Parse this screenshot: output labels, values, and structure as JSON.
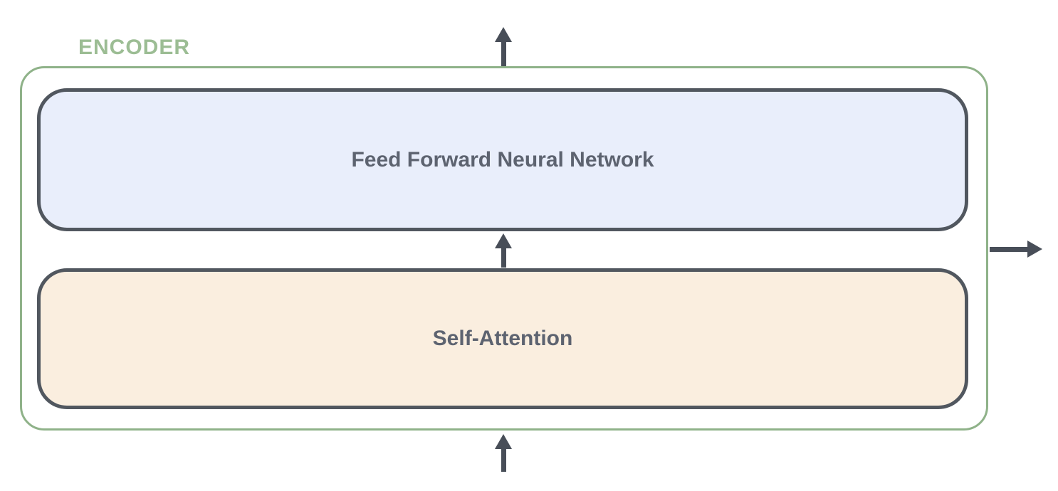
{
  "colors": {
    "encoder-border": "#8FB289",
    "encoder-label": "#9CBD94",
    "block-border": "#51575F",
    "arrow": "#484E58",
    "ffnn-fill": "#E9EEFB",
    "attention-fill": "#FAEEDF",
    "block-text": "#5D6370",
    "background": "#FFFFFF"
  },
  "diagram": {
    "encoder_label": "ENCODER",
    "blocks": [
      {
        "id": "ffnn",
        "label": "Feed Forward Neural Network",
        "fill": "#E9EEFB"
      },
      {
        "id": "self_attention",
        "label": "Self-Attention",
        "fill": "#FAEEDF"
      }
    ],
    "icons": [
      {
        "name": "encoder-output-top-arrow-icon",
        "shape": "up-arrow",
        "meaning": "output leaving encoder upward"
      },
      {
        "name": "attention-to-ffnn-arrow-icon",
        "shape": "up-arrow",
        "meaning": "flow from Self-Attention to Feed Forward Neural Network"
      },
      {
        "name": "encoder-input-arrow-icon",
        "shape": "up-arrow",
        "meaning": "input entering encoder from below"
      },
      {
        "name": "encoder-output-right-arrow-icon",
        "shape": "right-arrow",
        "meaning": "output leaving encoder to the right"
      }
    ]
  }
}
